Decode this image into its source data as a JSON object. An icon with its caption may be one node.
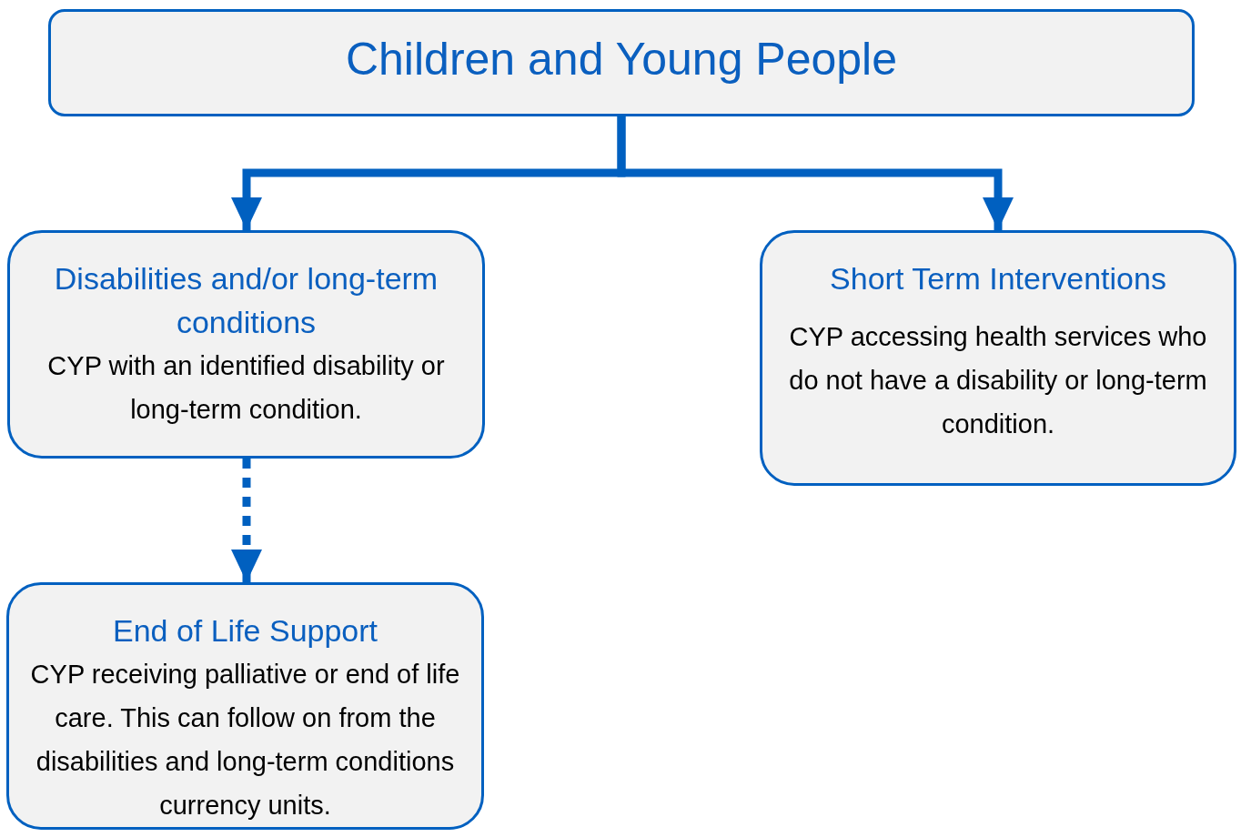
{
  "diagram": {
    "nodes": [
      {
        "text": [
          "Children and Young People"
        ]
      },
      {
        "text": [
          "Disabilities and/or long-term conditions",
          "CYP with an identified disability or long-term condition."
        ]
      },
      {
        "text": [
          "Short Term Interventions",
          "CYP accessing health services who do not have a disability or long-term condition."
        ]
      },
      {
        "text": [
          "End of Life Support",
          "CYP receiving palliative or end of life care. This can follow on from the disabilities and long-term conditions currency units."
        ]
      }
    ],
    "edges": [
      {
        "from": 0,
        "to": 1,
        "arrow": "to"
      },
      {
        "from": 0,
        "to": 2,
        "arrow": "to"
      },
      {
        "from": 1,
        "to": 3,
        "arrow": "to",
        "style": "dashed"
      }
    ]
  }
}
